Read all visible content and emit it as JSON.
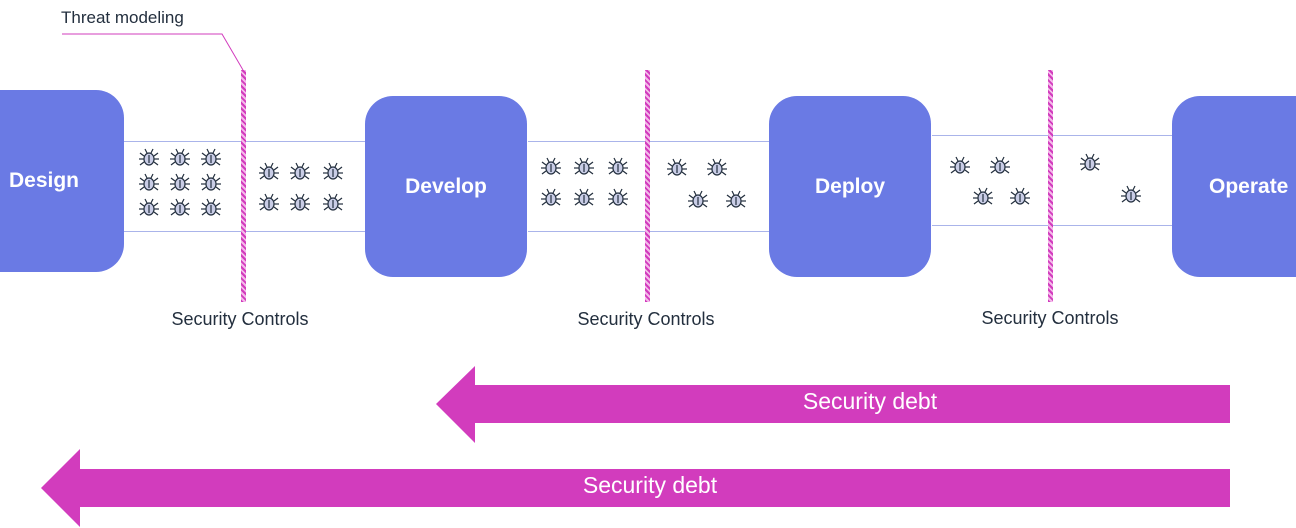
{
  "annotations": {
    "threat_modeling": "Threat modeling"
  },
  "stages": {
    "design": "Design",
    "develop": "Develop",
    "deploy": "Deploy",
    "operate": "Operate"
  },
  "controls": {
    "c1": "Security Controls",
    "c2": "Security Controls",
    "c3": "Security Controls"
  },
  "debt": {
    "short": "Security debt",
    "long": "Security debt"
  },
  "icons": {
    "bug": "bug-icon"
  },
  "colors": {
    "stage": "#6a7ae4",
    "control": "#d23cbd",
    "debt_arrow": "#d23cbd",
    "text": "#232f3e"
  }
}
